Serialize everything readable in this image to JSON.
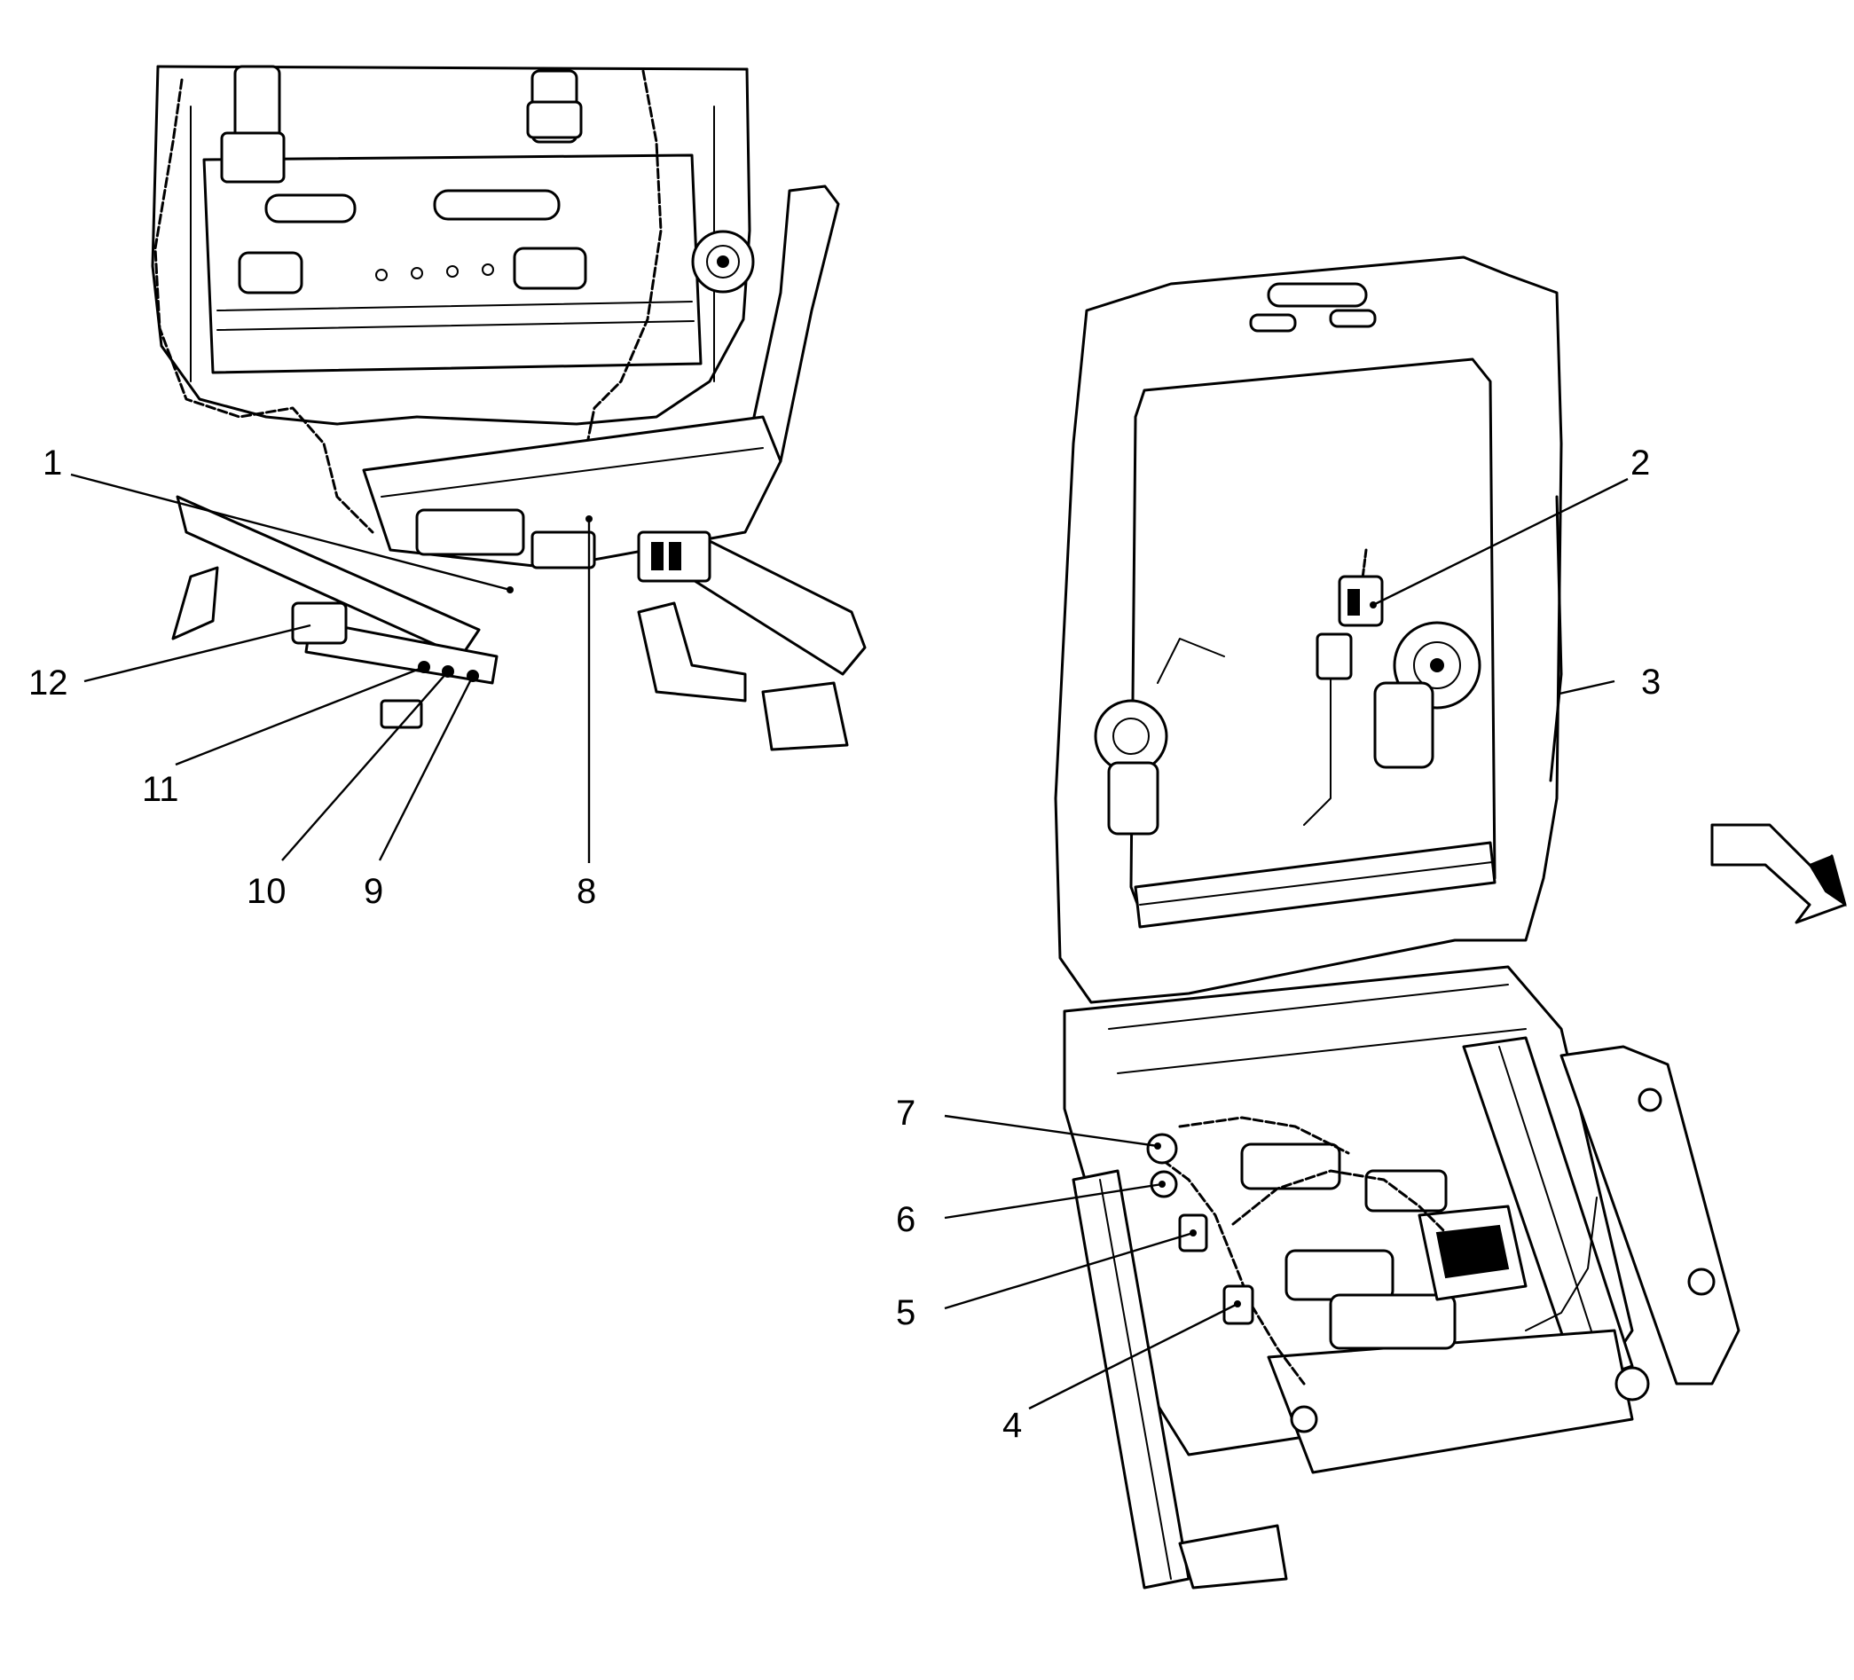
{
  "callouts": [
    {
      "id": "1",
      "label": "1"
    },
    {
      "id": "2",
      "label": "2"
    },
    {
      "id": "3",
      "label": "3"
    },
    {
      "id": "4",
      "label": "4"
    },
    {
      "id": "5",
      "label": "5"
    },
    {
      "id": "6",
      "label": "6"
    },
    {
      "id": "7",
      "label": "7"
    },
    {
      "id": "8",
      "label": "8"
    },
    {
      "id": "9",
      "label": "9"
    },
    {
      "id": "10",
      "label": "10"
    },
    {
      "id": "11",
      "label": "11"
    },
    {
      "id": "12",
      "label": "12"
    }
  ],
  "icons": {
    "view_arrow": "view-direction-arrow-icon"
  },
  "colors": {
    "line": "#000000",
    "background": "#ffffff"
  }
}
